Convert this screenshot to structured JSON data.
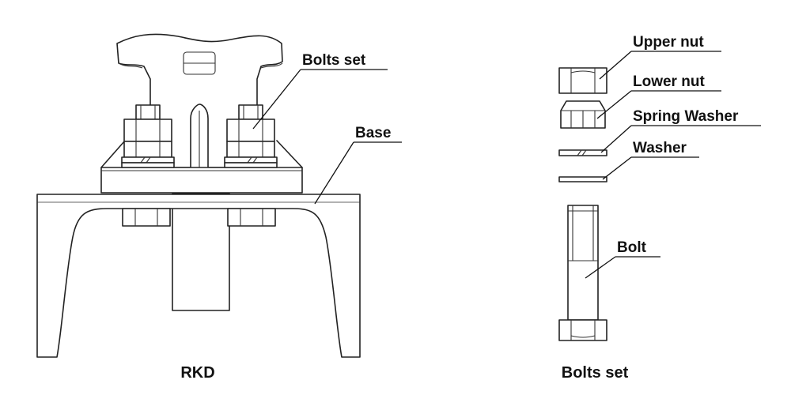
{
  "labels": {
    "rkd_bolts_set": "Bolts set",
    "base": "Base",
    "upper_nut": "Upper nut",
    "lower_nut": "Lower nut",
    "spring_washer": "Spring Washer",
    "washer": "Washer",
    "bolt": "Bolt"
  },
  "captions": {
    "left": "RKD",
    "right": "Bolts set"
  },
  "colors": {
    "line": "#222222",
    "background": "#ffffff"
  }
}
